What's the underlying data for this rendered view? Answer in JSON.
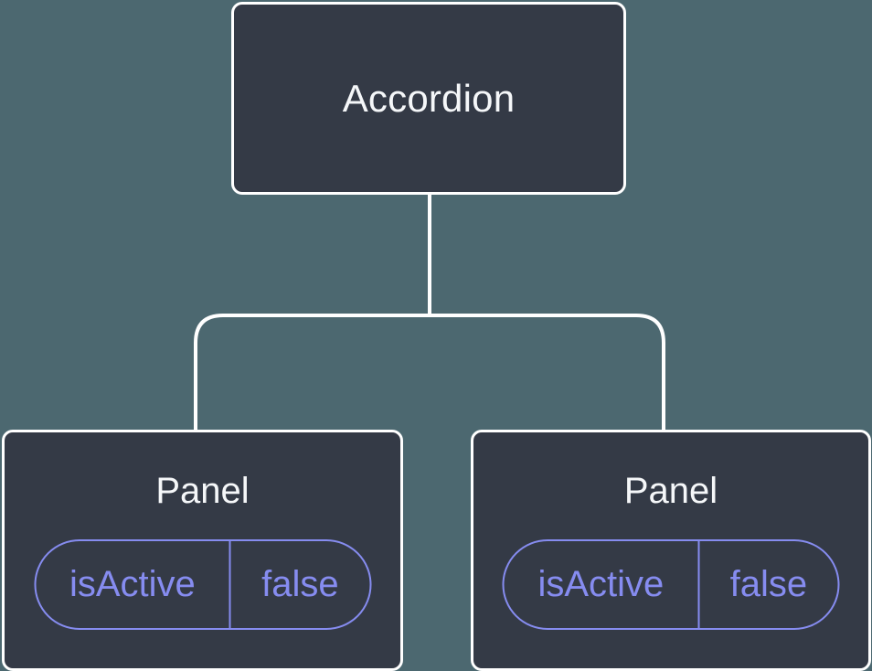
{
  "colors": {
    "background": "#4c6870",
    "node_fill": "#343a46",
    "node_border": "#ffffff",
    "node_text": "#f5f7f9",
    "accent_purple": "#868cf0"
  },
  "tree": {
    "root": {
      "label": "Accordion"
    },
    "children": [
      {
        "label": "Panel",
        "prop_name": "isActive",
        "prop_value": "false"
      },
      {
        "label": "Panel",
        "prop_name": "isActive",
        "prop_value": "false"
      }
    ]
  }
}
